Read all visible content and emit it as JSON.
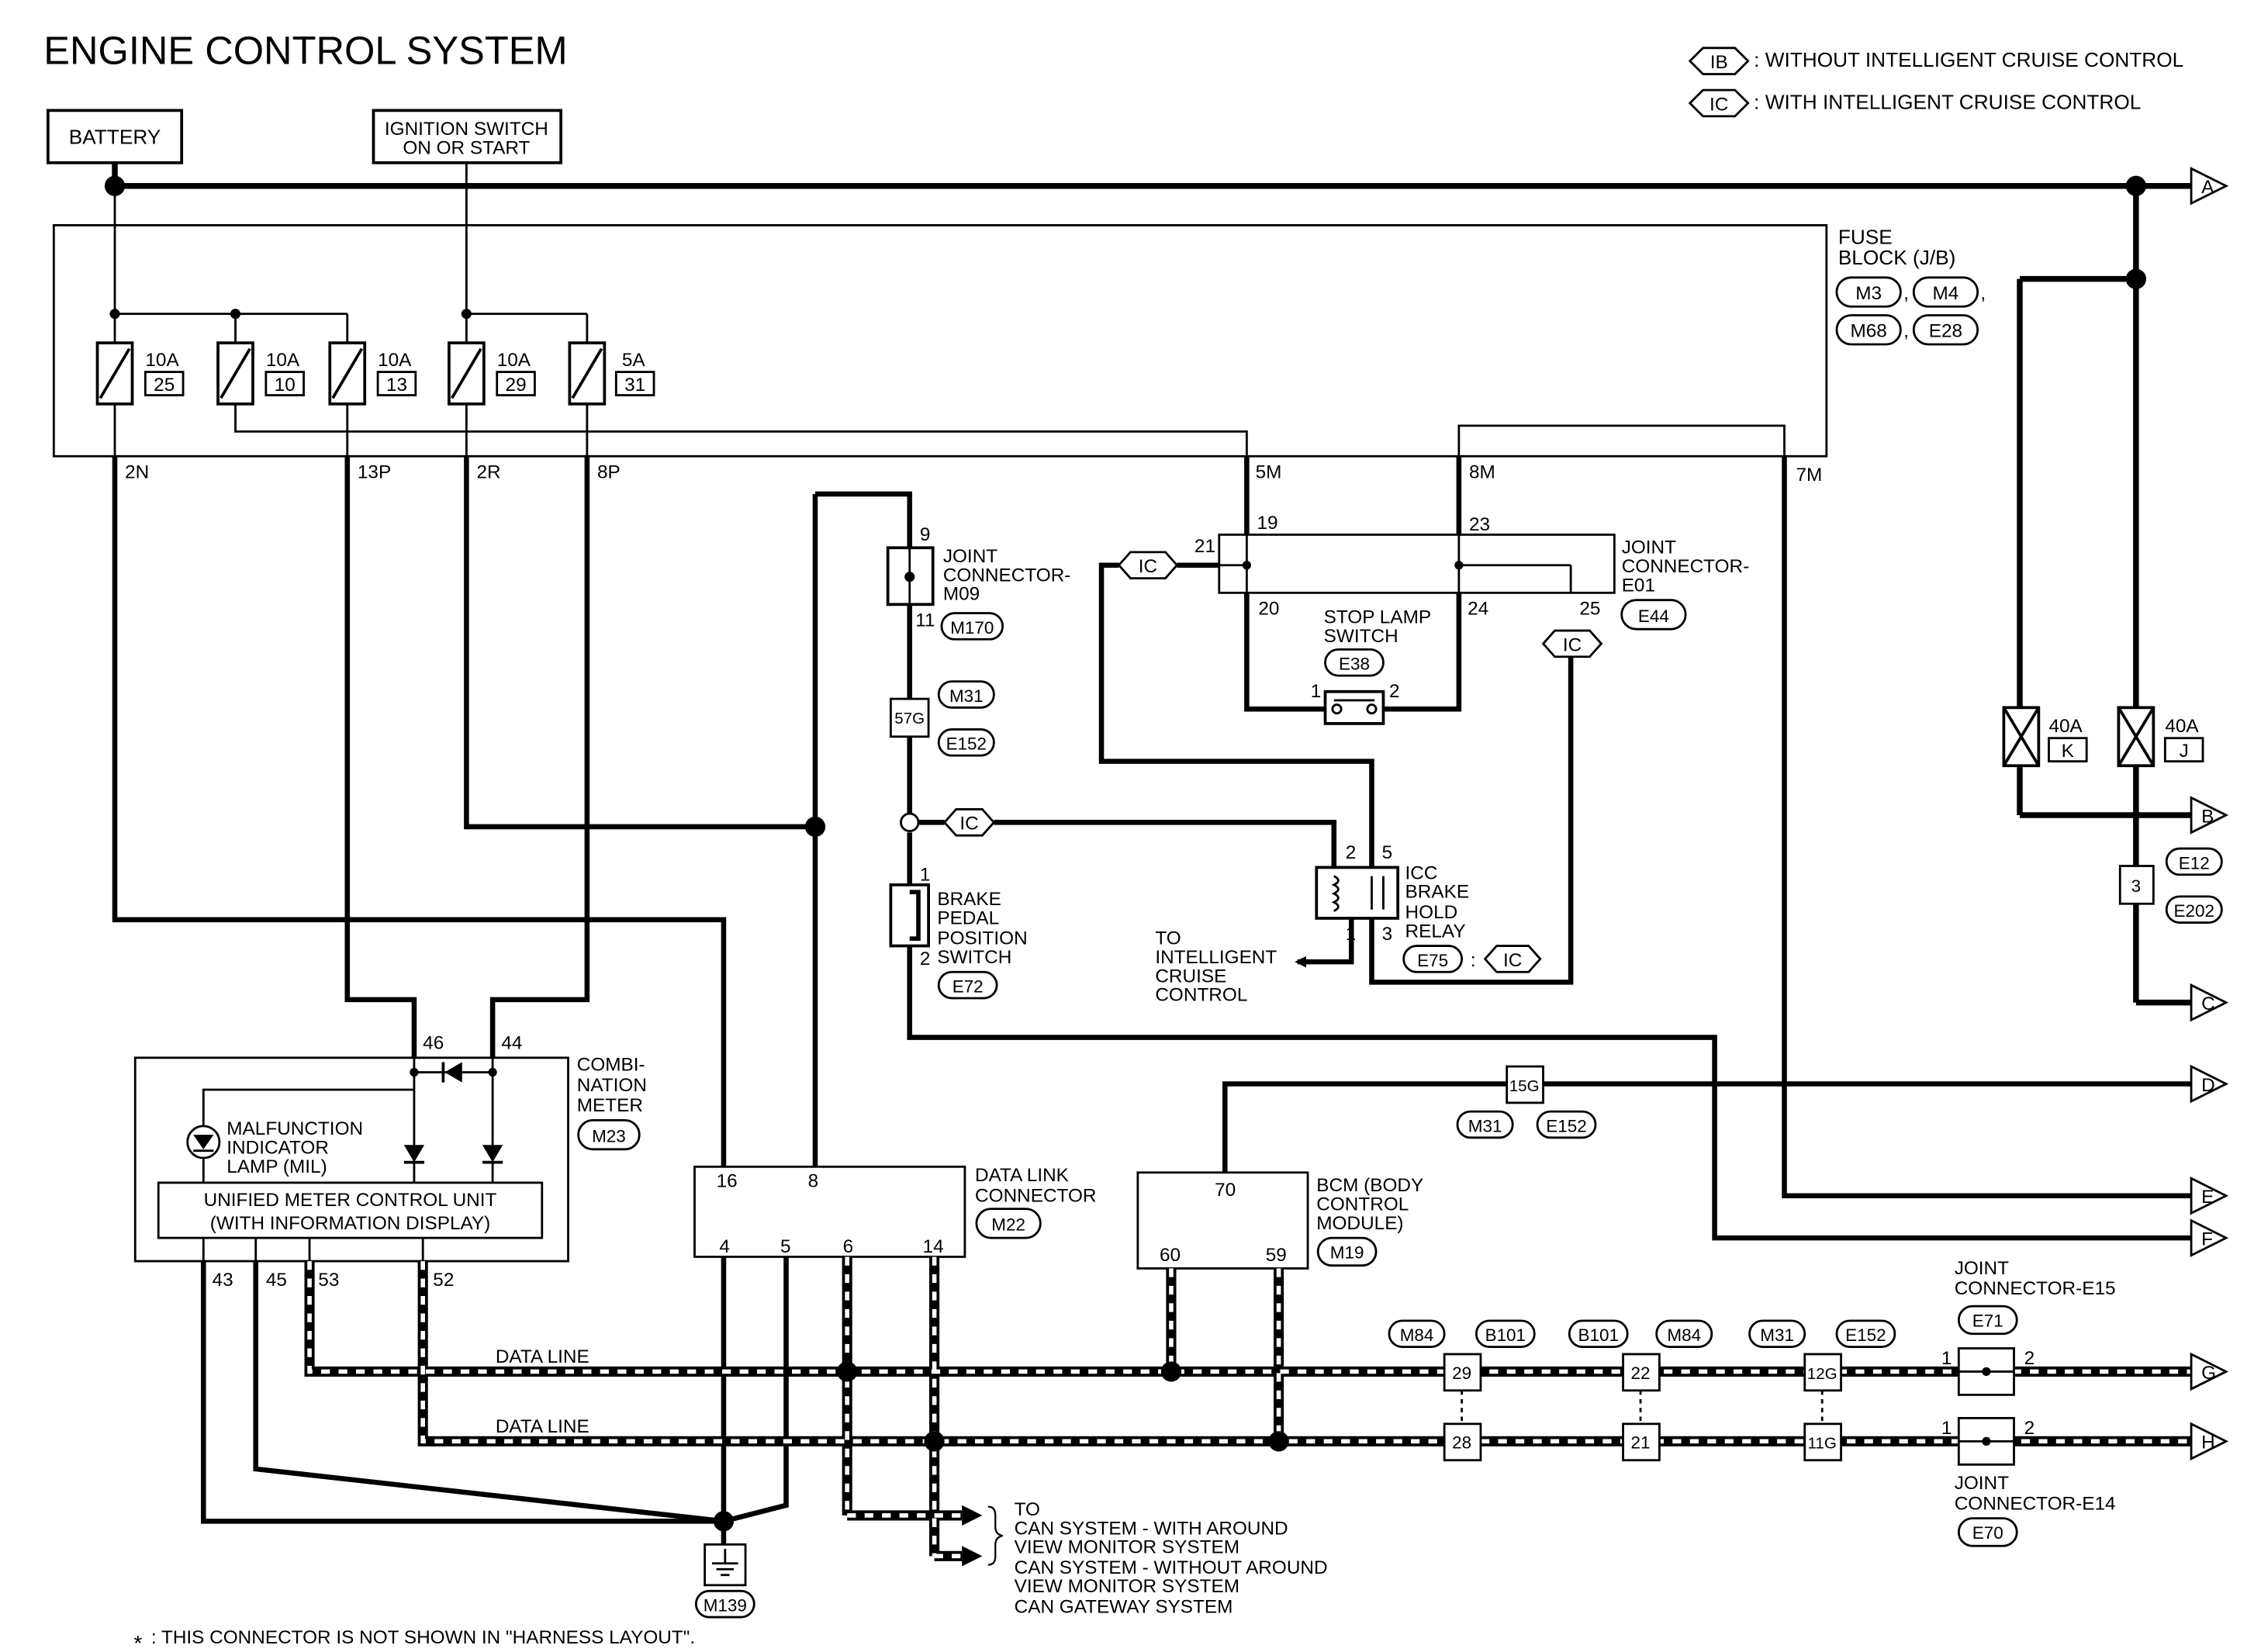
{
  "title": "ENGINE CONTROL SYSTEM",
  "legend": [
    {
      "code": "IB",
      "text": ": WITHOUT INTELLIGENT CRUISE CONTROL"
    },
    {
      "code": "IC",
      "text": ": WITH INTELLIGENT CRUISE CONTROL"
    }
  ],
  "power": {
    "battery": "BATTERY",
    "ignition_line1": "IGNITION SWITCH",
    "ignition_line2": "ON OR START"
  },
  "fuse_block": {
    "label_line1": "FUSE",
    "label_line2": "BLOCK (J/B)",
    "connectors": [
      "M3",
      "M4",
      "M68",
      "E28"
    ],
    "fuses": [
      {
        "amp": "10A",
        "num": "25"
      },
      {
        "amp": "10A",
        "num": "10"
      },
      {
        "amp": "10A",
        "num": "13"
      },
      {
        "amp": "10A",
        "num": "29"
      },
      {
        "amp": "5A",
        "num": "31"
      }
    ],
    "terminals": [
      "2N",
      "13P",
      "2R",
      "8P",
      "5M",
      "8M",
      "7M"
    ]
  },
  "fusible_links": [
    {
      "amp": "40A",
      "letter": "K"
    },
    {
      "amp": "40A",
      "letter": "J"
    }
  ],
  "joint_m09": {
    "lines": [
      "JOINT",
      "CONNECTOR-",
      "M09"
    ],
    "pin_top": "9",
    "pin_bottom": "11",
    "code": "M170"
  },
  "inline_57g": {
    "pin": "57G",
    "codes": [
      "M31",
      "E152"
    ]
  },
  "joint_e01": {
    "lines": [
      "JOINT",
      "CONNECTOR-",
      "E01"
    ],
    "pins": [
      "21",
      "19",
      "23",
      "20",
      "24",
      "25"
    ],
    "code": "E44"
  },
  "stop_lamp": {
    "lines": [
      "STOP LAMP",
      "SWITCH"
    ],
    "code": "E38",
    "pin1": "1",
    "pin2": "2"
  },
  "brake_pedal": {
    "lines": [
      "BRAKE",
      "PEDAL",
      "POSITION",
      "SWITCH"
    ],
    "code": "E72",
    "pin1": "1",
    "pin2": "2"
  },
  "icc_relay": {
    "lines": [
      "ICC",
      "BRAKE",
      "HOLD",
      "RELAY"
    ],
    "code": "E75",
    "sep": ":",
    "pins": [
      "2",
      "5",
      "1",
      "3"
    ]
  },
  "to_icc": {
    "lines": [
      "TO",
      "INTELLIGENT",
      "CRUISE",
      "CONTROL"
    ]
  },
  "ic_tag": "IC",
  "combination_meter": {
    "lines": [
      "COMBI-",
      "NATION",
      "METER"
    ],
    "code": "M23",
    "pins_top": [
      "46",
      "44"
    ],
    "pins_bottom": [
      "43",
      "45",
      "53",
      "52"
    ],
    "mil_lines": [
      "MALFUNCTION",
      "INDICATOR",
      "LAMP (MIL)"
    ],
    "unit_lines": [
      "UNIFIED METER CONTROL UNIT",
      "(WITH INFORMATION DISPLAY)"
    ]
  },
  "data_link": {
    "lines": [
      "DATA LINK",
      "CONNECTOR"
    ],
    "code": "M22",
    "pins_top": [
      "16",
      "8"
    ],
    "pins_bottom": [
      "4",
      "5",
      "6",
      "14"
    ]
  },
  "bcm": {
    "lines": [
      "BCM (BODY",
      "CONTROL",
      "MODULE)"
    ],
    "code": "M19",
    "pin_top": "70",
    "pins_bottom": [
      "60",
      "59"
    ]
  },
  "inline_15g": {
    "pin": "15G",
    "codes": [
      "M31",
      "E152"
    ]
  },
  "data_line_label": "DATA LINE",
  "inline_connectors": [
    {
      "top": "29",
      "bottom": "28",
      "codes": [
        "M84",
        "B101"
      ]
    },
    {
      "top": "22",
      "bottom": "21",
      "codes": [
        "B101",
        "M84"
      ]
    },
    {
      "top": "12G",
      "bottom": "11G",
      "codes": [
        "M31",
        "E152"
      ]
    }
  ],
  "joint_e15": {
    "lines": [
      "JOINT",
      "CONNECTOR-E15"
    ],
    "code": "E71",
    "pin1": "1",
    "pin2": "2"
  },
  "joint_e14": {
    "lines": [
      "JOINT",
      "CONNECTOR-E14"
    ],
    "code": "E70",
    "pin1": "1",
    "pin2": "2"
  },
  "connector_3": {
    "pin": "3",
    "codes": [
      "E12",
      "E202"
    ]
  },
  "ground_code": "M139",
  "can_note_lines": [
    "TO",
    "CAN SYSTEM - WITH AROUND",
    "VIEW MONITOR SYSTEM",
    "CAN SYSTEM - WITHOUT AROUND",
    "VIEW MONITOR SYSTEM",
    "CAN GATEWAY SYSTEM"
  ],
  "arrows": [
    "A",
    "B",
    "C",
    "D",
    "E",
    "F",
    "G",
    "H"
  ],
  "footnote_star": "*",
  "footnote_text": ": THIS CONNECTOR IS NOT SHOWN IN \"HARNESS LAYOUT\"."
}
